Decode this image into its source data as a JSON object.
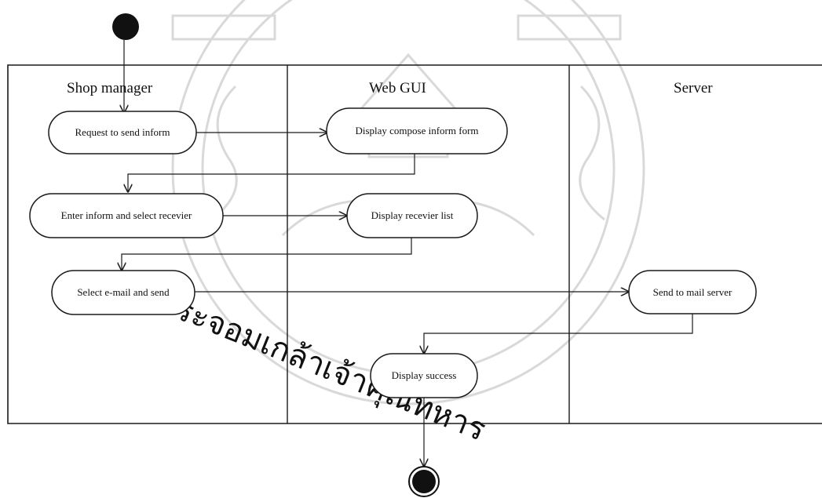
{
  "lanes": [
    {
      "id": "shop-manager",
      "title": "Shop manager"
    },
    {
      "id": "web-gui",
      "title": "Web GUI"
    },
    {
      "id": "server",
      "title": "Server"
    }
  ],
  "activities": [
    {
      "id": "request-send-inform",
      "lane": "shop-manager",
      "label": "Request to send inform"
    },
    {
      "id": "display-compose-form",
      "lane": "web-gui",
      "label": "Display compose inform form"
    },
    {
      "id": "enter-inform-select-receiver",
      "lane": "shop-manager",
      "label": "Enter inform and select recevier"
    },
    {
      "id": "display-receiver-list",
      "lane": "web-gui",
      "label": "Display recevier list"
    },
    {
      "id": "select-email-send",
      "lane": "shop-manager",
      "label": "Select e-mail and send"
    },
    {
      "id": "send-to-mail-server",
      "lane": "server",
      "label": "Send to mail server"
    },
    {
      "id": "display-success",
      "lane": "web-gui",
      "label": "Display success"
    }
  ],
  "flows": [
    {
      "from": "start",
      "to": "request-send-inform"
    },
    {
      "from": "request-send-inform",
      "to": "display-compose-form"
    },
    {
      "from": "display-compose-form",
      "to": "enter-inform-select-receiver"
    },
    {
      "from": "enter-inform-select-receiver",
      "to": "display-receiver-list"
    },
    {
      "from": "display-receiver-list",
      "to": "select-email-send"
    },
    {
      "from": "select-email-send",
      "to": "send-to-mail-server"
    },
    {
      "from": "send-to-mail-server",
      "to": "display-success"
    },
    {
      "from": "display-success",
      "to": "end"
    }
  ],
  "watermark_text": "ระจอมเกล้าเจ้าคุณทหาร",
  "colors": {
    "line": "#1a1a1a",
    "watermark": "#d9d9d9",
    "node_fill": "#ffffff"
  }
}
